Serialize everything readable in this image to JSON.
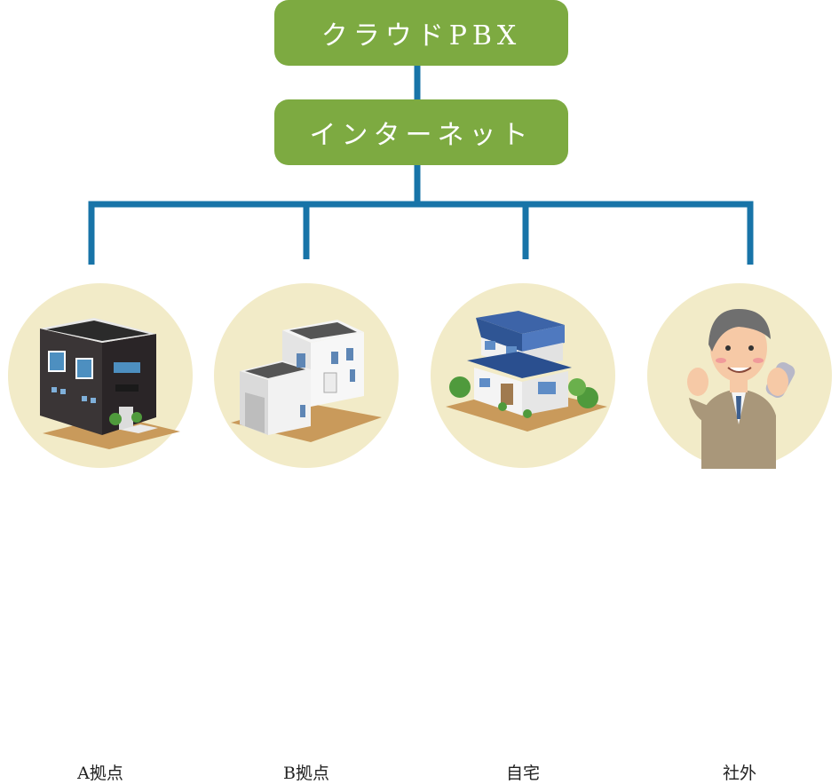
{
  "diagram": {
    "top_node": "クラウドPBX",
    "middle_node": "インターネット",
    "sites": [
      {
        "label": "A拠点",
        "icon": "dark-office-building-icon"
      },
      {
        "label": "B拠点",
        "icon": "white-office-building-icon"
      },
      {
        "label": "自宅",
        "icon": "house-icon"
      },
      {
        "label": "社外",
        "icon": "businessman-on-phone-icon"
      }
    ]
  },
  "colors": {
    "node_fill": "#7daa41",
    "connector": "#1874a8",
    "circle_bg": "#f2ebc8"
  }
}
